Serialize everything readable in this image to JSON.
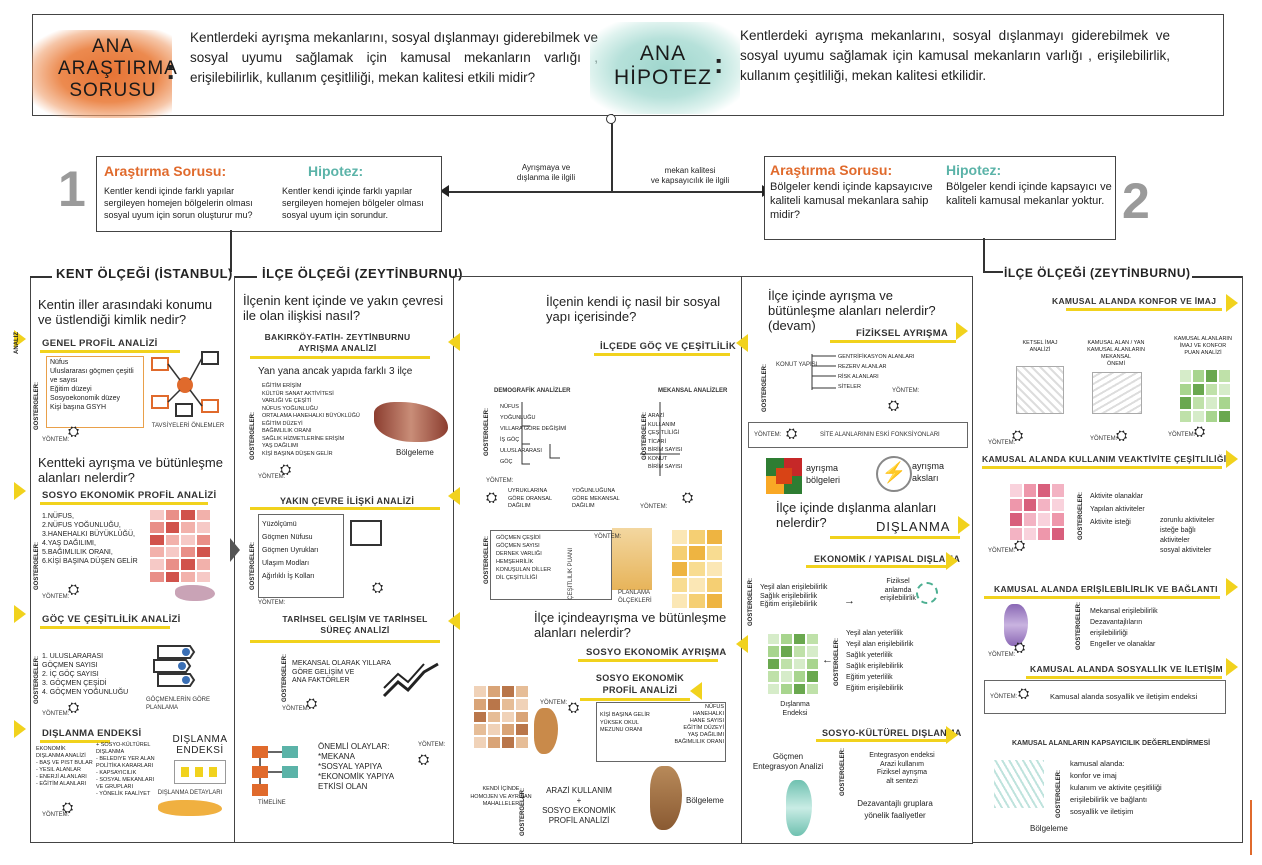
{
  "top": {
    "rq_label": "ANA\nARAŞTIRMA\nSORUSU",
    "rq_text": "Kentlerdeki ayrışma mekanlarını, sosyal dışlanmayı giderebilmek ve sosyal uyumu sağlamak için kamusal mekanların varlığı , erişilebilirlik, kullanım çeşitliliği, mekan kalitesi etkili midir?",
    "hyp_label": "ANA\nHİPOTEZ",
    "hyp_text": "Kentlerdeki ayrışma mekanlarını, sosyal dışlanmayı giderebilmek ve sosyal uyumu sağlamak için kamusal mekanların varlığı , erişilebilirlik, kullanım çeşitliliği, mekan kalitesi etkilidir.",
    "colon": ":"
  },
  "branch1": {
    "num": "1",
    "rq_title": "Araştırma Sorusu:",
    "rq_text": "Kentler kendi içinde farklı yapılar sergileyen homejen bölgelerin olması sosyal uyum için sorun oluşturur mu?",
    "hyp_title": "Hipotez:",
    "hyp_text": "Kentler kendi içinde farklı yapılar sergileyen homejen bölgeler olması sosyal uyum için sorundur.",
    "arrow_label": "Ayrışmaya ve\ndışlanma ile ilgili"
  },
  "branch2": {
    "num": "2",
    "rq_title": "Araştırma Sorusu:",
    "rq_text": "Bölgeler kendi içinde kapsayıcıve kaliteli kamusal mekanlara sahip midir?",
    "hyp_title": "Hipotez:",
    "hyp_text": "Bölgeler kendi içinde kapsayıcı ve kaliteli kamusal mekanlar yoktur.",
    "arrow_label": "mekan kalitesi\nve kapsayıcılık ile ilgili"
  },
  "col1": {
    "header": "KENT ÖLÇEĞİ (İSTANBUL)",
    "q1": "Kentin iller arasındaki konumu ve üstlendiği kimlik nedir?",
    "s1": "GENEL PROFİL ANALİZİ",
    "s1_list": "Nüfus\nUluslararası göçmen çeşitli ve sayısı\nEğitim düzeyi\nSosyoekonomik düzey\nKişi başına GSYH",
    "s1_caption": "TAVSİYELERİ  ÖNLEMLER",
    "yontem": "YÖNTEM:",
    "q2": "Kentteki ayrışma ve bütünleşme alanları nelerdir?",
    "s2": "SOSYO EKONOMİK PROFİL ANALİZİ",
    "s2_list": "1.NÜFUS,\n2.NÜFUS YOĞUNLUĞU,\n3.HANEHALKI BÜYÜKLÜĞÜ,\n4.YAŞ DAĞILIMI,\n5.BAĞIMLILIK ORANI,\n6.KİŞİ BAŞINA DÜŞEN GELİR",
    "s3": "GÖÇ VE ÇEŞİTLİLİK ANALİZİ",
    "s3_list": "1. ULUSLARARASI\nGÖÇMEN SAYISI\n2. İÇ GÖÇ SAYISI\n3. GÖÇMEN ÇEŞİDİ\n4. GÖÇMEN YOĞUNLUĞU",
    "s3_caption": "GÖÇMENLERİN GÖRE PLANLAMA",
    "s4": "DIŞLANMA ENDEKSİ",
    "s4_list": "EKONOMİK\nDIŞLANMA ANALİZİ\n- BAŞ VE PIST BULAR\n- YESIL ALANLAR\n- ENERJİ ALANLARI\n- EĞİTİM ALANLARI",
    "s4_list2": "+ SOSYO-KÜLTÜREL\nDIŞLANMA\n- BELEDIYE YER ALAN\nPOLİTİKA KARARLARI\n- KAPSAYICILIK\n- SOSYAL MEKANLARI\nVE GRUPLARI\n- YÖNELİK FAALİYET",
    "s4_big": "DIŞLANMA\nENDEKSİ",
    "s4_caption": "DIŞLANMA DETAYLARI"
  },
  "col2": {
    "header": "İLÇE ÖLÇEĞİ (ZEYTİNBURNU)",
    "q1": "İlçenin kent içinde ve yakın çevresi ile olan ilişkisi nasıl?",
    "s1": "BAKIRKÖY-FATİH- ZEYTİNBURNU AYRIŞMA ANALİZİ",
    "s1_sub": "Yan yana ancak yapıda farklı 3 ilçe",
    "s1_list": "EĞİTİM ERİŞİM\nKÜLTÜR SANAT AKTİVİTESİ\nVARLIĞI VE ÇEŞİTİ\nNÜFUS YOĞUNLUĞU\nORTALAMA HANEHALKI BÜYÜKLÜĞÜ\nEĞİTİM DÜZEYİ\nBAĞIMLILIK ORANI\nSAĞLIK HİZMETLERİNE ERİŞİM\nYAŞ DAĞILIMI\nKİŞİ BAŞINA DÜŞEN GELİR",
    "s1_region": "Bölgeleme",
    "s2": "YAKIN ÇEVRE İLİŞKİ ANALİZİ",
    "s2_list": "Yüzölçümü\nGöçmen Nüfusu\nGöçmen Uyrukları\nUlaşım Modları\nAğırlıklı İş Kolları",
    "s3": "TARİHSEL GELİŞİM VE TARİHSEL SÜREÇ ANALİZİ",
    "s3_list": "MEKANSAL OLARAK YILLARA\nGÖRE GELİŞİM VE\nANA FAKTÖRLER",
    "s3_list2": "ÖNEMLİ OLAYLAR:\n*MEKANA\n*SOSYAL YAPIYA\n*EKONOMİK YAPIYA\nETKİSİ OLAN",
    "timeline": "TİMELİNE"
  },
  "col3": {
    "q1": "İlçenin kendi iç nasil bir sosyal yapı içerisinde?",
    "s1": "İLÇEDE GÖÇ VE ÇEŞİTLİLİK",
    "demo": "DEMOGRAFİK ANALİZLER",
    "mek": "MEKANSAL ANALİZLER",
    "demo_list": "NÜFUS\nYOĞUNLUĞU\nVILLARA GÖRE DEĞİŞİMİ\nİŞ GÖÇ\nULUSLARARASI\nGÖÇ",
    "mek_list": "ARAZİ\nKULLANIM\nÇEŞİTLİLİĞİ\nTİCARİ\nBİRİM SAYISI\nKONUT\nBİRİM SAYISI",
    "demo_list2": "UYRUKLARINA\nGÖRE ORANSAL\nDAĞILIM",
    "demo_list3": "YOĞUNLUĞUNA\nGÖRE MEKANSAL\nDAĞILIM",
    "box_list": "GÖÇMEN ÇEŞİDİ\nGÖÇMEN SAYISI\nDERNEK VARLIĞI\nHEMŞEHRİLİK\nKONUŞULAN DİLLER\nDİL ÇEŞİTLİLİĞİ",
    "box_caption": "ÇEŞİTLİLİK PUANI",
    "box_caption2": "PLANLAMA ÖLÇEKLERİ",
    "q2": "İlçe içindeayrışma ve bütünleşme alanları nelerdir?",
    "s2": "SOSYO EKONOMİK AYRIŞMA",
    "s3": "SOSYO EKONOMİK PROFİL ANALİZİ",
    "s3_list": "KİŞİ BAŞINA GELİR\nYÜKSEK OKUL\nMEZUNU ORANI",
    "s3_list2": "NÜFUS\nHANEHALKI\nHANE SAYISI\nEĞİTİM DÜZEYİ\nYAŞ DAĞILIMI\nBAĞIMLILIK ORANI",
    "footer1": "KENDİ İÇİNDE\nHOMOJEN VE AYRIŞAN\nMAHALLELER",
    "footer2": "ARAZİ KULLANIM\n+\nSOSYO EKONOMİK\nPROFİL ANALİZİ",
    "region": "Bölgeleme"
  },
  "col4": {
    "q1": "İlçe içinde ayrışma ve bütünleşme alanları nelerdir?(devam)",
    "s1": "FİZİKSEL AYRIŞMA",
    "s1_left": "KONUT YAPISI",
    "s1_list": "GENTRİFİKASYON ALANLARI\nREZERV ALANLAR\nRİSK ALANLARI\nSİTELER",
    "s1_caption": "SİTE ALANLARININ ESKİ FONKSİYONLARI",
    "leg1": "ayrışma\nbölgeleri",
    "leg2": "ayrışma\naksları",
    "q2": "İlçe içinde dışlanma alanları nelerdir?",
    "big": "DIŞLANMA",
    "s2": "EKONOMİK / YAPISAL DIŞLAMA",
    "s2_list": "Yeşil alan erişilebilirlik\nSağlık erişilebilirlik\nEğitim erişilebilirlik",
    "s2_right": "Fiziksel\nanlamda\nerişilebilirlik",
    "s2_list2": "Yeşil alan yeterlilik\nYeşil alan erişilebilirlik\nSağlık yeterlilik\nSağlık erişilebilirlik\nEğitim yeterlilik\nEğitim erişilebilirlik",
    "s2_caption": "Dışlanma\nEndeksi",
    "s3": "SOSYO-KÜLTÜREL DIŞLANMA",
    "s3_left": "Göçmen\nEntegrasyon Analizi",
    "s3_list": "Entegrasyon endeksi\nArazi kullanım\nFiziksel ayrışma\nalt sentezi",
    "s3_foot": "Dezavantajlı gruplara\nyönelik faaliyetler"
  },
  "col5": {
    "header": "İLÇE ÖLÇEĞİ (ZEYTİNBURNU)",
    "s1": "KAMUSAL ALANDA KONFOR VE İMAJ",
    "s1_a": "KETSEL İMAJ\nANALİZİ",
    "s1_b": "KAMUSAL ALAN / YAN\nKAMUSAL ALANLARIN MEKANSAL\nÖNEMİ",
    "s1_c": "KAMUSAL ALANLARIN\nİMAJ VE KONFOR\nPUAN ANALİZİ",
    "s2": "KAMUSAL ALANDA KULLANIM VEAKTİVİTE ÇEŞİTLİLİĞİ",
    "s2_list": "Aktivite olanaklar\nYapılan aktiviteler\nAktivite isteği",
    "s2_list2": "zorunlu aktiviteler\nisteğe bağlı\naktiviteler\nsosyal aktiviteler",
    "s3": "KAMUSAL ALANDA ERİŞİLEBİLİRLİK VE BAĞLANTI",
    "s3_list": "Mekansal erişilebilirlik\nDezavantajlıların\nerişilebilirliği\nEngeller ve olanaklar",
    "s4": "KAMUSAL ALANDA SOSYALLİK VE İLETİŞİM",
    "s4_text": "Kamusal alanda sosyallik ve iletişim endeksi",
    "s5": "KAMUSAL ALANLARIN KAPSAYICILIK DEĞERLENDİRMESİ",
    "s5_list": "kamusal alanda:\nkonfor ve imaj\nkulanım ve aktivite çeşitliliği\nerişilebilirlik ve bağlantı\nsosyallik ve iletişim",
    "region": "Bölgeleme"
  },
  "labels": {
    "gostergeler": "GÖSTERGELER:",
    "yontem": "YÖNTEM:",
    "analiz": "ANALİZ"
  },
  "colors": {
    "orange": "#e06a2c",
    "teal": "#5bb3a8",
    "yellow": "#f1d21d",
    "red_grid": "#c8504a",
    "green_grid": "#6aa84f"
  }
}
